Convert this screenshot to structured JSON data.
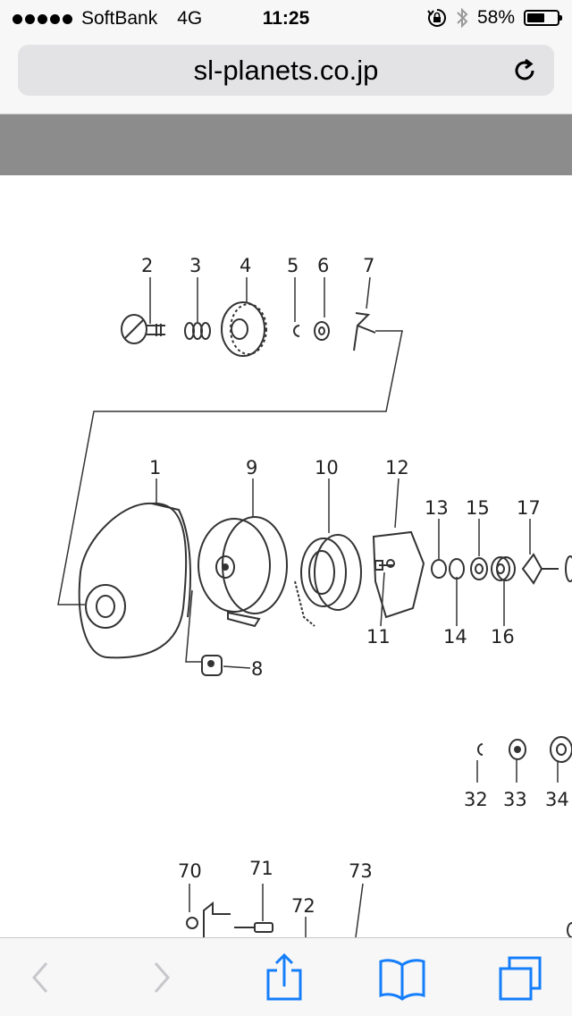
{
  "status_bar": {
    "carrier": "SoftBank",
    "network": "4G",
    "time": "11:25",
    "battery": "58%",
    "battery_level": 0.58
  },
  "browser": {
    "url": "sl-planets.co.jp"
  },
  "diagram": {
    "part_numbers": [
      "2",
      "3",
      "4",
      "5",
      "6",
      "7",
      "1",
      "9",
      "10",
      "12",
      "13",
      "15",
      "17",
      "8",
      "11",
      "14",
      "16",
      "32",
      "33",
      "34",
      "70",
      "71",
      "72",
      "73"
    ]
  },
  "colors": {
    "chrome": "#f7f7f7",
    "url_field": "#e3e3e5",
    "header_gray": "#8c8c8c",
    "accent": "#157efb",
    "disabled": "#c7c7cc"
  },
  "icons": [
    "back-icon",
    "forward-icon",
    "share-icon",
    "bookmarks-icon",
    "tabs-icon",
    "reload-icon",
    "lock-rotation-icon",
    "bluetooth-icon",
    "battery-icon"
  ]
}
